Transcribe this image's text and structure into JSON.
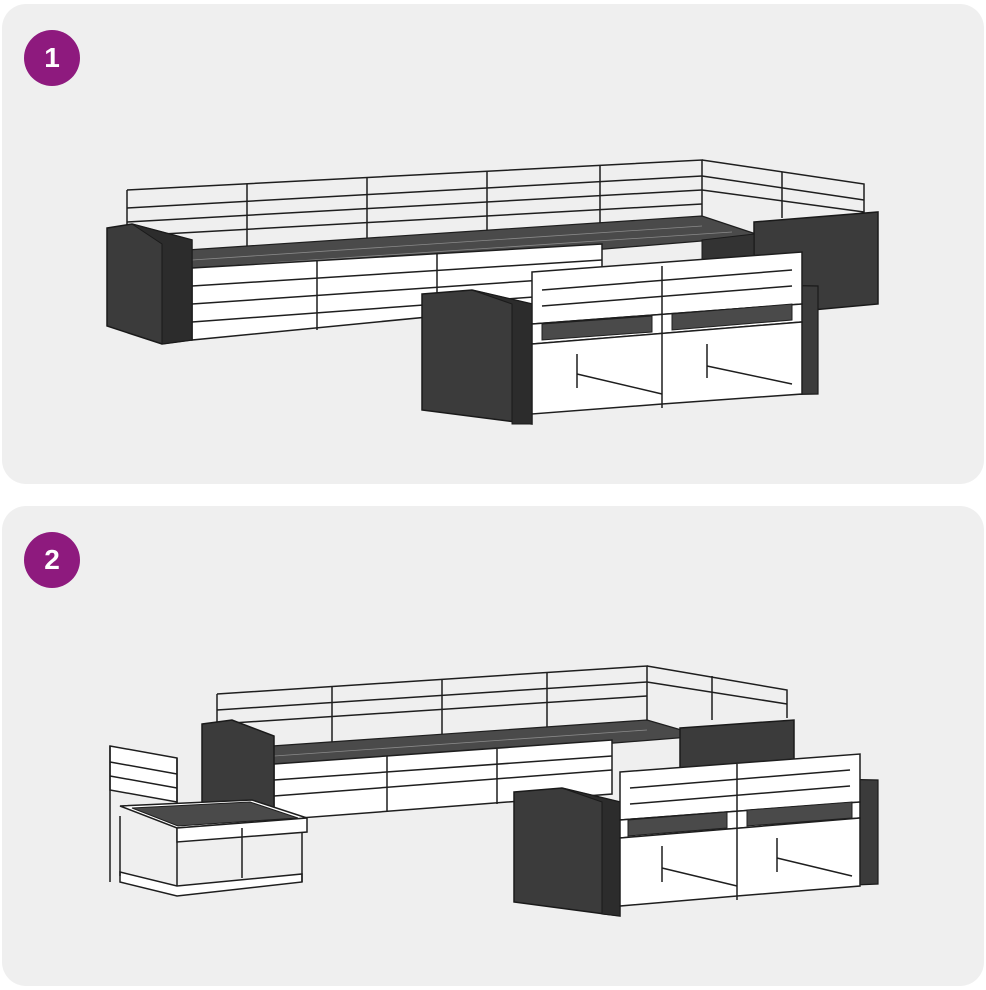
{
  "colors": {
    "badge": "#8e1a7e",
    "panel_bg": "#efefef",
    "rattan": "#3b3b3b",
    "rattan_edge": "#1a1a1a",
    "wood": "#ffffff",
    "wood_outline": "#1e1e1e",
    "seat_slat": "#4a4a4a"
  },
  "steps": [
    {
      "number": "1",
      "illustration": "assembled-sectional-sofa-set"
    },
    {
      "number": "2",
      "illustration": "sofa-set-with-detached-corner-module"
    }
  ]
}
